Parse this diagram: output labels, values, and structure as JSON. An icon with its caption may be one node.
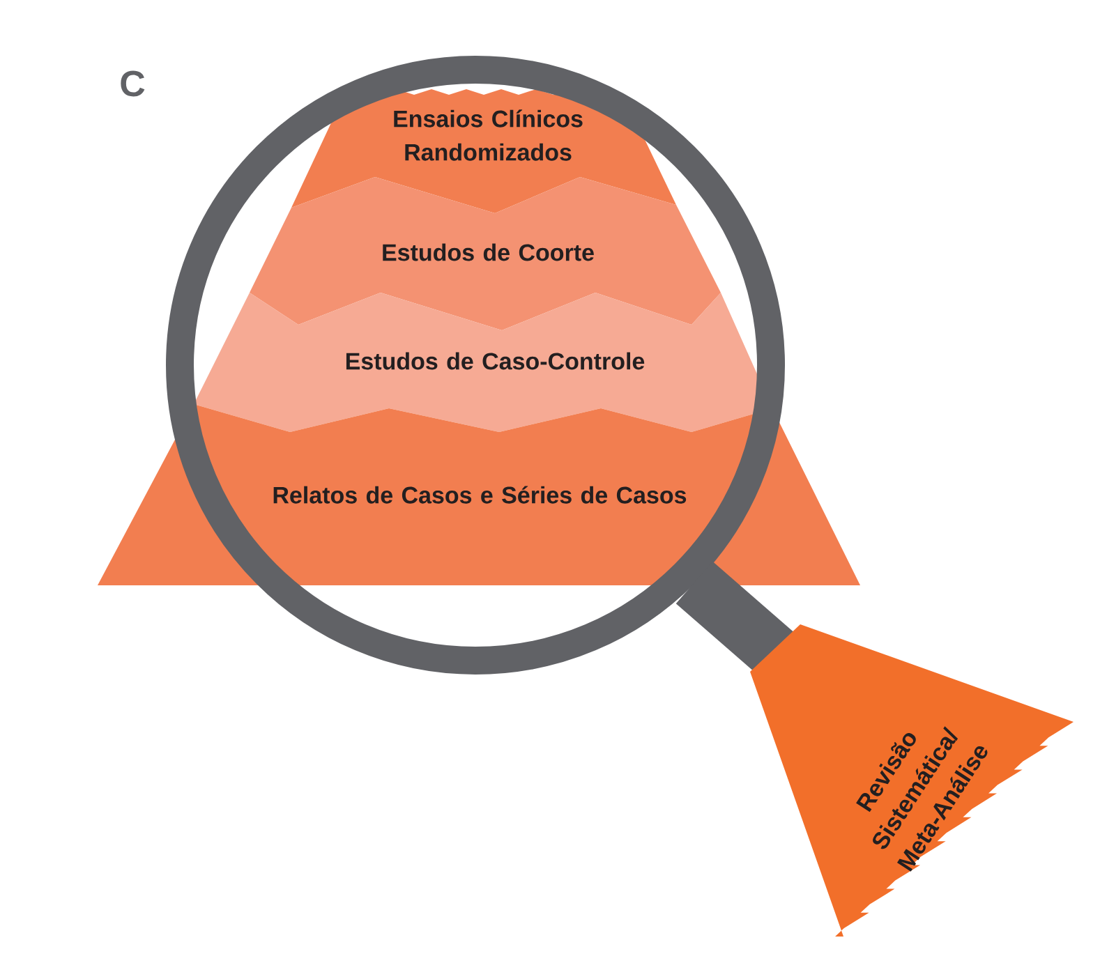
{
  "diagram": {
    "nodes": [
      {
        "text": [
          "Ensaios Clínicos Randomizados"
        ]
      },
      {
        "text": [
          "Estudos de Coorte"
        ]
      },
      {
        "text": [
          "Estudos de Caso-Controle"
        ]
      },
      {
        "text": [
          "Relatos de Casos e Séries de Casos"
        ]
      },
      {
        "text": [
          "Revisão Sistemática/ Meta-Análise"
        ]
      }
    ],
    "labels": [
      "C"
    ]
  }
}
